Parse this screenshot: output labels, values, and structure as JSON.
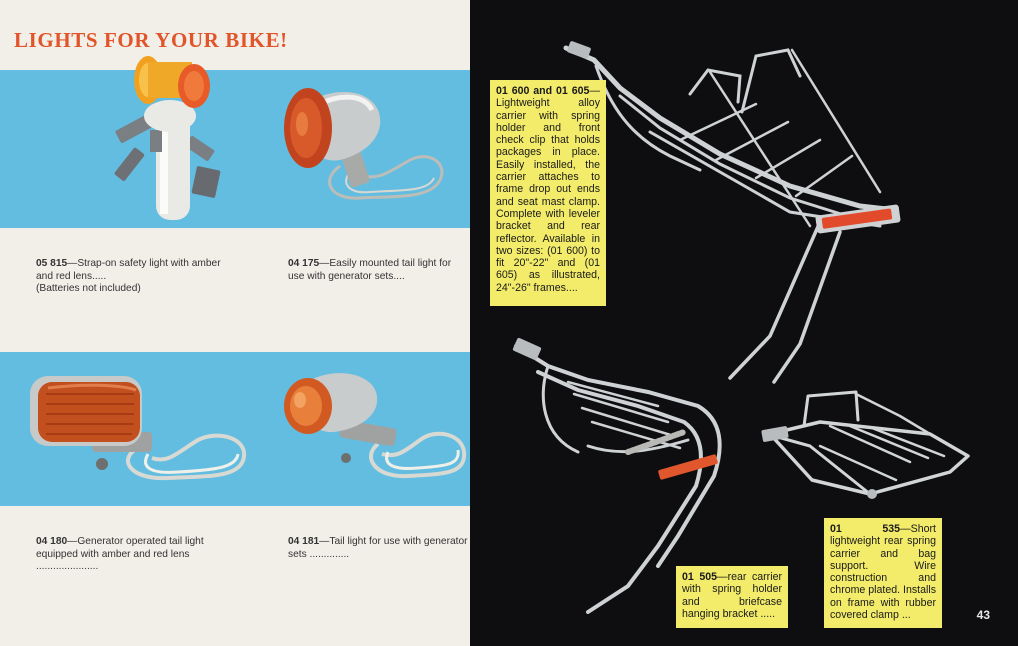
{
  "page": {
    "title": "LIGHTS FOR YOUR BIKE!",
    "page_number": "43"
  },
  "products": {
    "p05815": {
      "code": "05 815",
      "text": "—Strap-on safety light with amber and red lens.....",
      "note": "(Batteries not included)"
    },
    "p04175": {
      "code": "04 175",
      "text": "—Easily mounted tail light for use with generator sets...."
    },
    "p04180": {
      "code": "04 180",
      "text": "—Generator operated tail light equipped with amber and red lens ......................"
    },
    "p04181": {
      "code": "04 181",
      "text": "—Tail light for use with generator sets .............."
    },
    "p01600": {
      "code": "01 600 and 01 605",
      "text": "—Lightweight alloy carrier with spring holder and front check clip that holds packages in place. Easily installed, the carrier attaches to frame drop out ends and seat mast clamp. Complete with leveler bracket and rear reflector. Available in two sizes: (01 600) to fit 20\"-22\" and (01 605) as illustrated, 24\"-26\" frames...."
    },
    "p01505": {
      "code": "01 505",
      "text": "—rear carrier with spring holder and briefcase hanging bracket ....."
    },
    "p01535": {
      "code": "01 535",
      "text": "—Short lightweight rear spring carrier and bag support. Wire construction and chrome plated. Installs on frame with rubber covered clamp ..."
    }
  },
  "colors": {
    "title": "#e2542a",
    "band_blue": "#63bde0",
    "caption_yellow": "#f3ec6a",
    "right_background": "#0e0e10"
  }
}
